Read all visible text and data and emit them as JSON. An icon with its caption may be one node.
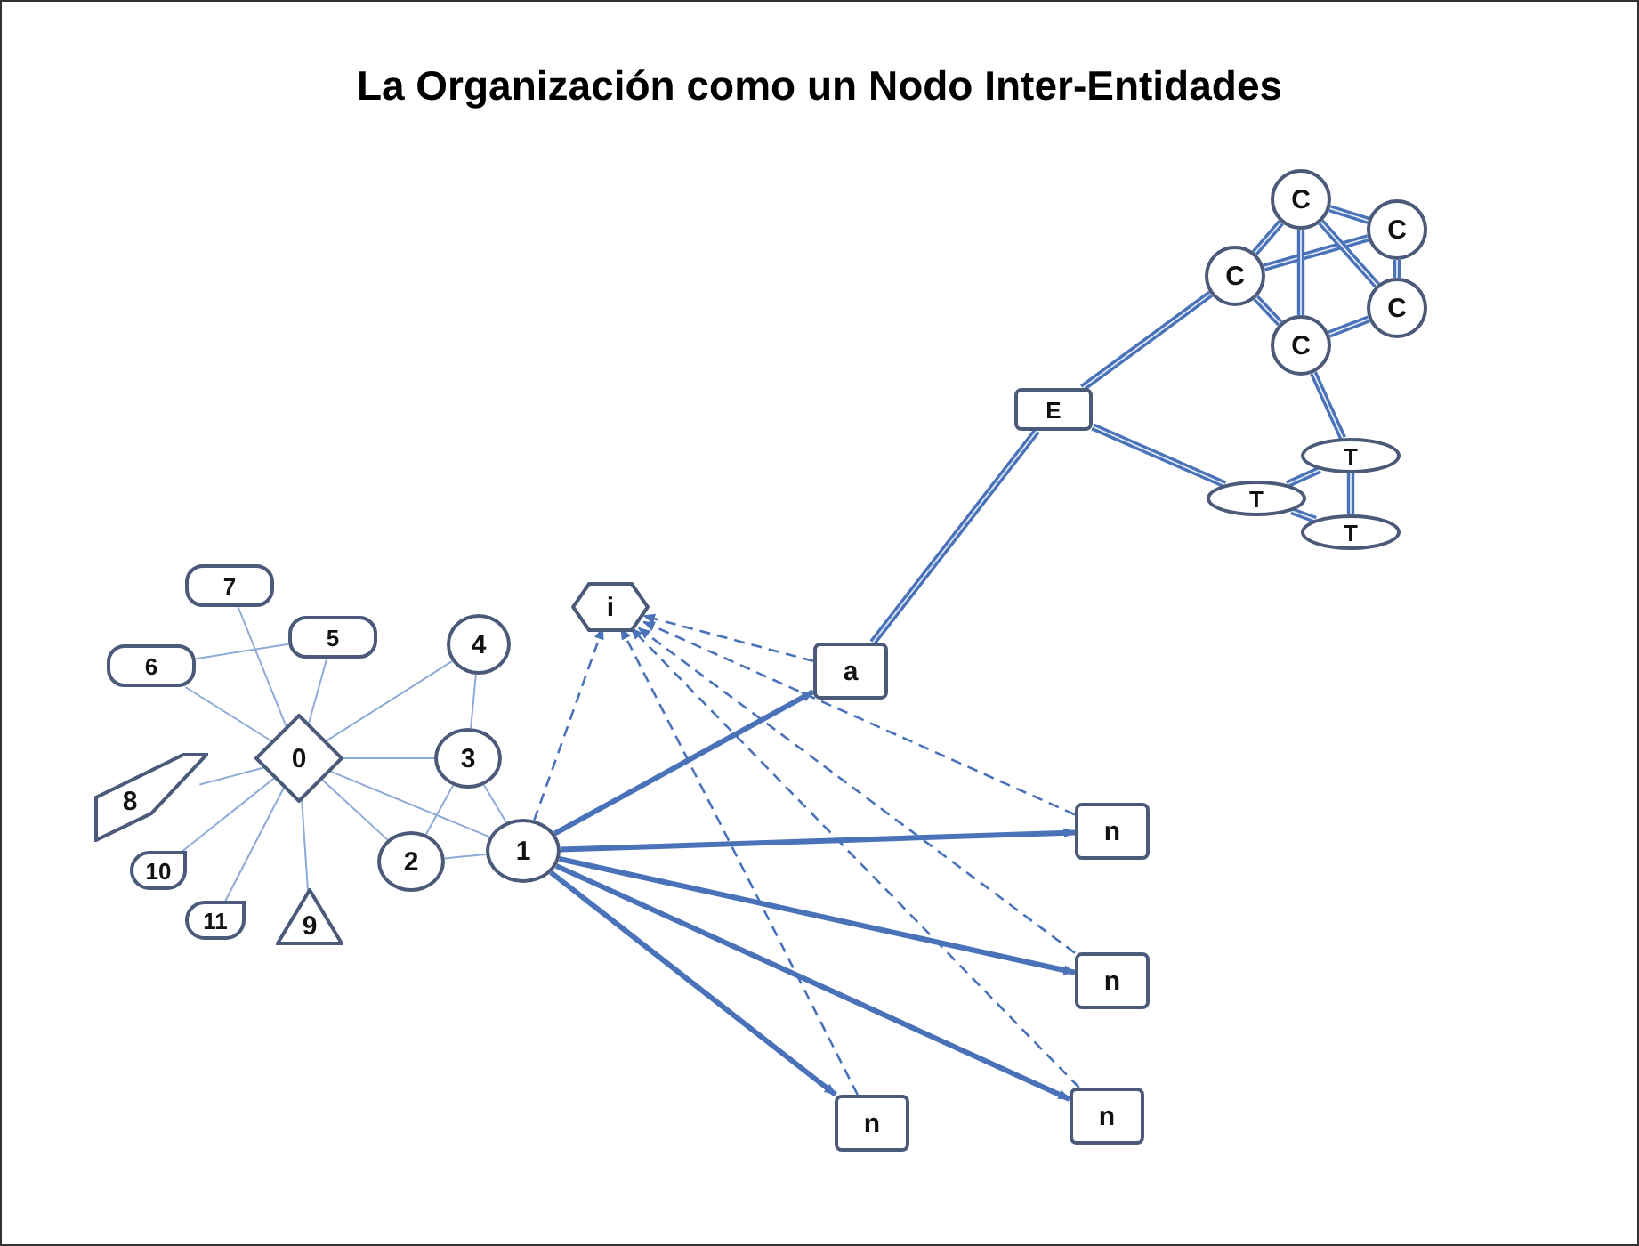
{
  "diagram": {
    "title": "La Organización como un Nodo Inter-Entidades",
    "nodes": [
      {
        "text": [
          "0"
        ]
      },
      {
        "text": [
          "1"
        ]
      },
      {
        "text": [
          "2"
        ]
      },
      {
        "text": [
          "3"
        ]
      },
      {
        "text": [
          "4"
        ]
      },
      {
        "text": [
          "5"
        ]
      },
      {
        "text": [
          "6"
        ]
      },
      {
        "text": [
          "7"
        ]
      },
      {
        "text": [
          "8"
        ]
      },
      {
        "text": [
          "9"
        ]
      },
      {
        "text": [
          "10"
        ]
      },
      {
        "text": [
          "11"
        ]
      },
      {
        "text": [
          "i"
        ]
      },
      {
        "text": [
          "a"
        ]
      },
      {
        "text": [
          "n"
        ]
      },
      {
        "text": [
          "n"
        ]
      },
      {
        "text": [
          "n"
        ]
      },
      {
        "text": [
          "n"
        ]
      },
      {
        "text": [
          "E"
        ]
      },
      {
        "text": [
          "C"
        ]
      },
      {
        "text": [
          "C"
        ]
      },
      {
        "text": [
          "C"
        ]
      },
      {
        "text": [
          "C"
        ]
      },
      {
        "text": [
          "C"
        ]
      },
      {
        "text": [
          "T"
        ]
      },
      {
        "text": [
          "T"
        ]
      },
      {
        "text": [
          "T"
        ]
      }
    ],
    "edges": [
      {
        "from": 0,
        "to": 7,
        "arrow": "none",
        "color": "#8eaad6"
      },
      {
        "from": 0,
        "to": 5,
        "arrow": "none",
        "color": "#8eaad6"
      },
      {
        "from": 0,
        "to": 6,
        "arrow": "none",
        "color": "#8eaad6"
      },
      {
        "from": 6,
        "to": 5,
        "arrow": "none",
        "color": "#8eaad6"
      },
      {
        "from": 0,
        "to": 8,
        "arrow": "none",
        "color": "#8eaad6"
      },
      {
        "from": 0,
        "to": 4,
        "arrow": "none",
        "color": "#8eaad6"
      },
      {
        "from": 0,
        "to": 3,
        "arrow": "none",
        "color": "#8eaad6"
      },
      {
        "from": 0,
        "to": 2,
        "arrow": "none",
        "color": "#8eaad6"
      },
      {
        "from": 0,
        "to": 1,
        "arrow": "none",
        "color": "#8eaad6"
      },
      {
        "from": 0,
        "to": 10,
        "arrow": "none",
        "color": "#8eaad6"
      },
      {
        "from": 0,
        "to": 11,
        "arrow": "none",
        "color": "#8eaad6"
      },
      {
        "from": 0,
        "to": 9,
        "arrow": "none",
        "color": "#8eaad6"
      },
      {
        "from": 3,
        "to": 4,
        "arrow": "none",
        "color": "#8eaad6"
      },
      {
        "from": 3,
        "to": 2,
        "arrow": "none",
        "color": "#8eaad6"
      },
      {
        "from": 3,
        "to": 1,
        "arrow": "none",
        "color": "#8eaad6"
      },
      {
        "from": 2,
        "to": 1,
        "arrow": "none",
        "color": "#8eaad6"
      },
      {
        "from": 1,
        "to": 12,
        "arrow": "to",
        "style": "dashed"
      },
      {
        "from": 13,
        "to": 12,
        "arrow": "to",
        "style": "dashed"
      },
      {
        "from": 14,
        "to": 12,
        "arrow": "to",
        "style": "dashed"
      },
      {
        "from": 15,
        "to": 12,
        "arrow": "to",
        "style": "dashed"
      },
      {
        "from": 16,
        "to": 12,
        "arrow": "to",
        "style": "dashed"
      },
      {
        "from": 17,
        "to": 12,
        "arrow": "to",
        "style": "dashed"
      },
      {
        "from": 1,
        "to": 13,
        "arrow": "to",
        "style": "thick"
      },
      {
        "from": 1,
        "to": 14,
        "arrow": "to",
        "style": "thick"
      },
      {
        "from": 1,
        "to": 15,
        "arrow": "to",
        "style": "thick"
      },
      {
        "from": 1,
        "to": 16,
        "arrow": "to",
        "style": "thick"
      },
      {
        "from": 1,
        "to": 17,
        "arrow": "to",
        "style": "thick"
      },
      {
        "from": 13,
        "to": 18,
        "arrow": "none",
        "style": "thick"
      },
      {
        "from": 18,
        "to": 21,
        "arrow": "none",
        "style": "thick"
      },
      {
        "from": 18,
        "to": 25,
        "arrow": "none",
        "style": "thick"
      },
      {
        "from": 21,
        "to": 19,
        "arrow": "none",
        "style": "thick"
      },
      {
        "from": 21,
        "to": 20,
        "arrow": "none",
        "style": "thick"
      },
      {
        "from": 21,
        "to": 23,
        "arrow": "none",
        "style": "thick"
      },
      {
        "from": 19,
        "to": 20,
        "arrow": "none",
        "style": "thick"
      },
      {
        "from": 19,
        "to": 23,
        "arrow": "none",
        "style": "thick"
      },
      {
        "from": 19,
        "to": 22,
        "arrow": "none",
        "style": "thick"
      },
      {
        "from": 20,
        "to": 22,
        "arrow": "none",
        "style": "thick"
      },
      {
        "from": 22,
        "to": 23,
        "arrow": "none",
        "style": "thick"
      },
      {
        "from": 23,
        "to": 24,
        "arrow": "none",
        "style": "thick"
      },
      {
        "from": 25,
        "to": 24,
        "arrow": "none",
        "style": "thick"
      },
      {
        "from": 25,
        "to": 26,
        "arrow": "none",
        "style": "thick"
      },
      {
        "from": 24,
        "to": 26,
        "arrow": "none",
        "style": "thick"
      }
    ]
  }
}
